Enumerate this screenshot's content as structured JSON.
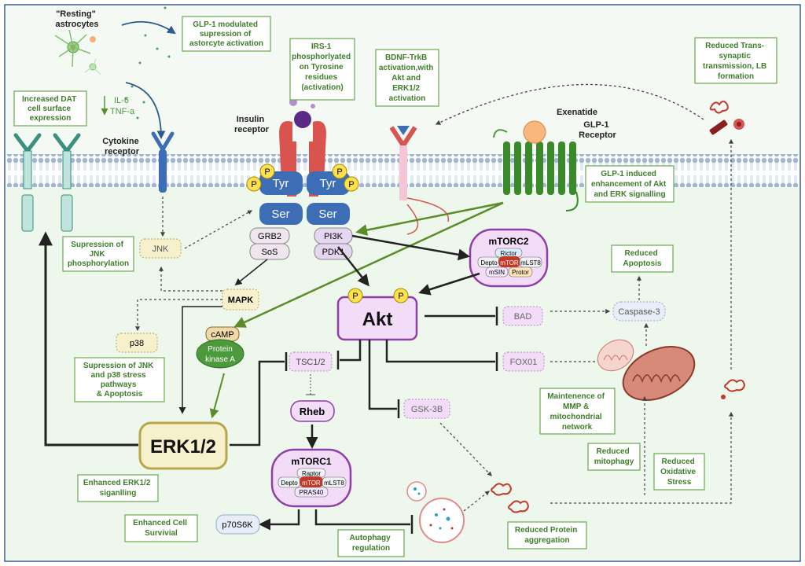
{
  "colors": {
    "green_box_border": "#6aa84f",
    "green_text": "#3f7d2a",
    "akt_fill": "#f2dcf7",
    "akt_border": "#8e3fa8",
    "mtor_red": "#c0392b",
    "erk_fill": "#f7f0cc",
    "erk_border": "#b8a64a",
    "membrane_blue": "#9fb6d6",
    "receptor_red": "#d9534f",
    "receptor_blue": "#3d6db5",
    "yellow_p": "#ffe14d",
    "pink_bdnf": "#f4c6d6",
    "arrow_green": "#5b8c2a",
    "dark": "#222222"
  },
  "labels": {
    "resting_astrocytes": [
      "\"Resting\"",
      "astrocytes"
    ],
    "il6": "IL-6",
    "tnfa": "TNF-a",
    "cytokine_receptor": [
      "Cytokine",
      "receptor"
    ],
    "insulin_receptor": [
      "Insulin",
      "receptor"
    ],
    "exenatide": "Exenatide",
    "glp1_receptor": [
      "GLP-1",
      "Receptor"
    ],
    "tyr": "Tyr",
    "ser": "Ser",
    "p": "P",
    "grb2": "GRB2",
    "sos": "SoS",
    "pi3k": "PI3K",
    "pdk1": "PDK1",
    "jnk": "JNK",
    "mapk": "MAPK",
    "p38": "p38",
    "camp": "cAMP",
    "pka": [
      "Protein",
      "kinase A"
    ],
    "akt": "Akt",
    "erk": "ERK1/2",
    "tsc": "TSC1/2",
    "rheb": "Rheb",
    "gsk": "GSK-3B",
    "bad": "BAD",
    "foxo": "FOX01",
    "caspase": "Caspase-3",
    "p70": "p70S6K",
    "mtorc2": {
      "title": "mTORC2",
      "rictor": "Rictor",
      "depto": "Depto",
      "mtor": "mTOR",
      "mlst8": "mLST8",
      "msin": "mSIN",
      "protor": "Protor"
    },
    "mtorc1": {
      "title": "mTORC1",
      "raptor": "Raptor",
      "depto": "Depto",
      "mtor": "mTOR",
      "mlst8": "mLST8",
      "pras40": "PRAS40"
    }
  },
  "notes": {
    "glp1_suppression": [
      "GLP-1 modulated",
      "supression of",
      "astorcyte activation"
    ],
    "irs1": [
      "IRS-1",
      "phosphorlyated",
      "on Tyrosine",
      "residues",
      "(activation)"
    ],
    "bdnf": [
      "BDNF-TrkB",
      "activation,with",
      "Akt and",
      "ERK1/2",
      "activation"
    ],
    "reduced_trans": [
      "Reduced Trans-",
      "synaptic",
      "transmission, LB",
      "formation"
    ],
    "dat": [
      "Increased DAT",
      "cell surface",
      "expression"
    ],
    "glp1_enh": [
      "GLP-1 induced",
      "enhancement of Akt",
      "and ERK signalling"
    ],
    "jnk_supp": [
      "Supression of",
      "JNK",
      "phosphorylation"
    ],
    "reduced_apoptosis": [
      "Reduced",
      "Apoptosis"
    ],
    "jnk_p38_supp": [
      "Supression of JNK",
      "and p38 stress",
      "pathways",
      "& Apoptosis"
    ],
    "mmp": [
      "Maintenence of",
      "MMP &",
      "mitochondrial",
      "network"
    ],
    "mitophagy": [
      "Reduced",
      "mitophagy"
    ],
    "oxidative": [
      "Reduced",
      "Oxidative",
      "Stress"
    ],
    "erk_enh": [
      "Enhanced ERK1/2",
      "siganlling"
    ],
    "cell_surv": [
      "Enhanced Cell",
      "Survivial"
    ],
    "autophagy": [
      "Autophagy",
      "regulation"
    ],
    "protein_agg": [
      "Reduced Protein",
      "aggregation"
    ]
  }
}
